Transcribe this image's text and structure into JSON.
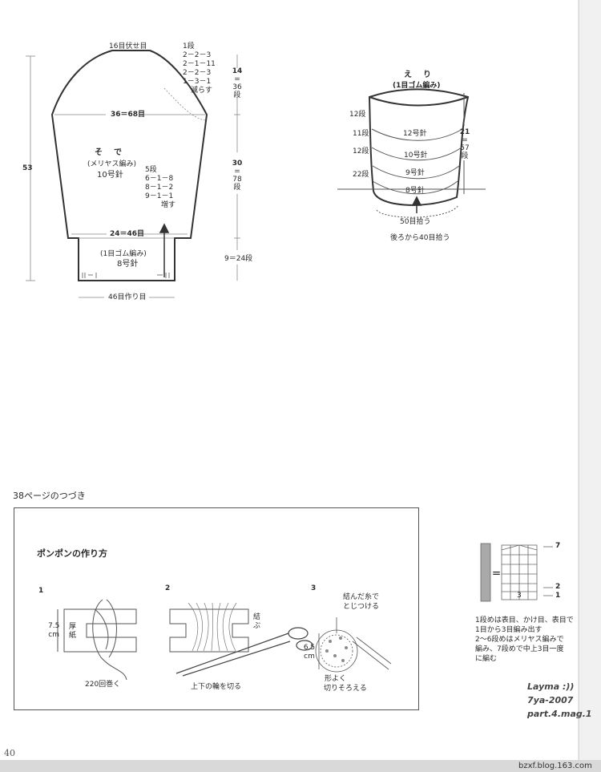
{
  "sleeve": {
    "title": "そ　で",
    "stitch": "(メリヤス編み)",
    "needle": "10号針",
    "top_bindoff": "16目伏せ目",
    "width_top": "36＝68目",
    "width_bottom": "24＝46目",
    "cast_on": "46目作り目",
    "height_total": "53",
    "cap_decrease": [
      "1段",
      "2－2－3",
      "2－1－11",
      "2－2－3",
      "1－3－1",
      "減らす"
    ],
    "increase": [
      "5段",
      "6－1－8",
      "8－1－2",
      "9－1－1",
      "増す"
    ],
    "rib_stitch": "(1目ゴム編み)",
    "rib_needle": "8号針",
    "side_height_a": [
      "14",
      "=",
      "36",
      "段"
    ],
    "side_height_b": [
      "30",
      "=",
      "78",
      "段"
    ],
    "rib_height": "9＝24段"
  },
  "collar": {
    "title": "え　り",
    "stitch": "(1目ゴム編み)",
    "rows_left": [
      "12段",
      "11段",
      "12段",
      "22段"
    ],
    "needles": [
      "12号針",
      "10号針",
      "9号針",
      "8号針"
    ],
    "right_rows": [
      "21",
      "=",
      "57",
      "段"
    ],
    "pickup": "50目拾う",
    "pickup_note": "後ろから40目拾う"
  },
  "continuation": "38ページのつづき",
  "pompom": {
    "title": "ポンポンの作り方",
    "step1": {
      "num": "1",
      "size_val": "7.5",
      "size_unit": "cm",
      "card": [
        "厚",
        "紙"
      ],
      "caption": "220回巻く"
    },
    "step2": {
      "num": "2",
      "tie": [
        "結",
        "ぶ"
      ],
      "caption": "上下の輪を切る"
    },
    "step3": {
      "num": "3",
      "note1": "結んだ糸で",
      "note2": "とじつける",
      "size_val": "6.5",
      "size_unit": "cm",
      "caption1": "形よく",
      "caption2": "切りそろえる"
    }
  },
  "legend": {
    "equals": "＝",
    "row_labels": [
      "7",
      "2",
      "1"
    ],
    "bottom_num": "3",
    "notes": [
      "1段めは表目、かけ目、表目で",
      "1目から3目編み出す",
      "2～6段めはメリヤス編みで",
      "編み、7段めで中上3目一度",
      "に編む"
    ]
  },
  "watermark": [
    "Layma :))",
    "7ya-2007",
    "part.4.mag.1"
  ],
  "page_number": "40",
  "site": "bzxf.blog.163.com"
}
